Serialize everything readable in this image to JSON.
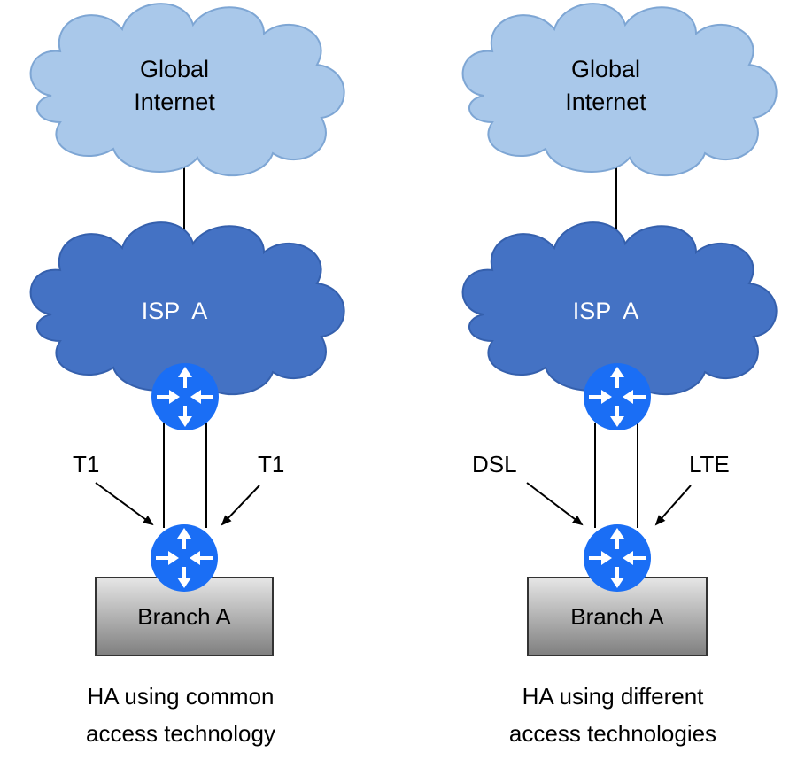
{
  "colors": {
    "internet_cloud_fill": "#a9c8ea",
    "internet_cloud_stroke": "#7ea6d4",
    "isp_cloud_fill": "#4472c4",
    "isp_cloud_stroke": "#3560ad",
    "router_fill": "#1a6ef5",
    "branch_box_gradient": [
      "#e6e6e6",
      "#7f7f7f"
    ]
  },
  "left": {
    "internet_label": [
      "Global",
      "Internet"
    ],
    "isp_label": "ISP  A",
    "link1_label": "T1",
    "link2_label": "T1",
    "branch_label": "Branch A",
    "caption": [
      "HA using common",
      "access technology"
    ]
  },
  "right": {
    "internet_label": [
      "Global",
      "Internet"
    ],
    "isp_label": "ISP  A",
    "link1_label": "DSL",
    "link2_label": "LTE",
    "branch_label": "Branch A",
    "caption": [
      "HA using different",
      "access technologies"
    ]
  }
}
